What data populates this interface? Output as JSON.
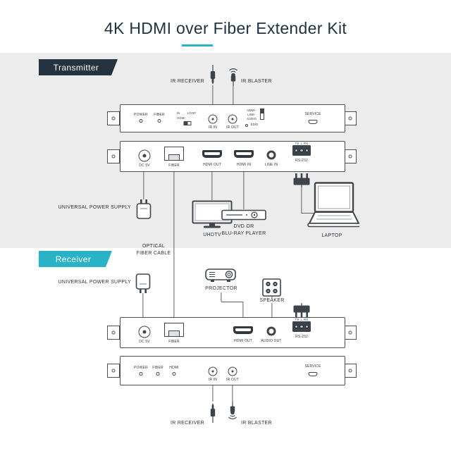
{
  "title": "4K HDMI over Fiber Extender Kit",
  "badges": {
    "transmitter": "Transmitter",
    "receiver": "Receiver"
  },
  "tx": {
    "ir_receiver": "IR RECEIVER",
    "ir_blaster": "IR BLASTER",
    "front": {
      "power": "POWER",
      "fiber": "FIBER",
      "sw_in": "IN",
      "sw_loop": "LOOP",
      "sw_hdmi": "HDMI",
      "ir_in": "IR IN",
      "ir_out": "IR OUT",
      "mode1": "HDMI-",
      "mode2": "LINE-",
      "mode3": "AUDIO",
      "edid": "EDID",
      "service": "SERVICE"
    },
    "rear": {
      "dc": "DC 5V",
      "fiber": "FIBER",
      "hdmi_out": "HDMI OUT",
      "hdmi_in": "HDMI IN",
      "line_in": "LINE IN",
      "txrx": "TX ⊥ RX",
      "rs232": "RS-232"
    },
    "power_supply": "UNIVERSAL POWER SUPPLY",
    "uhdtv": "UHDTV",
    "dvd_line1": "DVD OR",
    "dvd_line2": "BLU-RAY PLAYER",
    "laptop": "LAPTOP"
  },
  "fiber_label_line1": "OPTICAL",
  "fiber_label_line2": "FIBER CABLE",
  "rx": {
    "power_supply": "UNIVERSAL POWER SUPPLY",
    "projector": "PROJECTOR",
    "speaker": "SPEAKER",
    "rear": {
      "dc": "DC 5V",
      "fiber": "FIBER",
      "hdmi_out": "HDMI OUT",
      "audio_out": "AUDIO OUT",
      "txrx": "TX ⊥ RX",
      "rs232": "RS-232"
    },
    "front": {
      "power": "POWER",
      "fiber": "FIBER",
      "hdmi": "HDMI",
      "ir_in": "IR IN",
      "ir_out": "IR OUT",
      "service": "SERVICE"
    },
    "ir_receiver": "IR RECEIVER",
    "ir_blaster": "IR BLASTER"
  },
  "colors": {
    "accent_teal": "#2ab3c6",
    "badge_dark": "#24333f",
    "section_background": "#ececec",
    "line_art": "#41464c"
  }
}
